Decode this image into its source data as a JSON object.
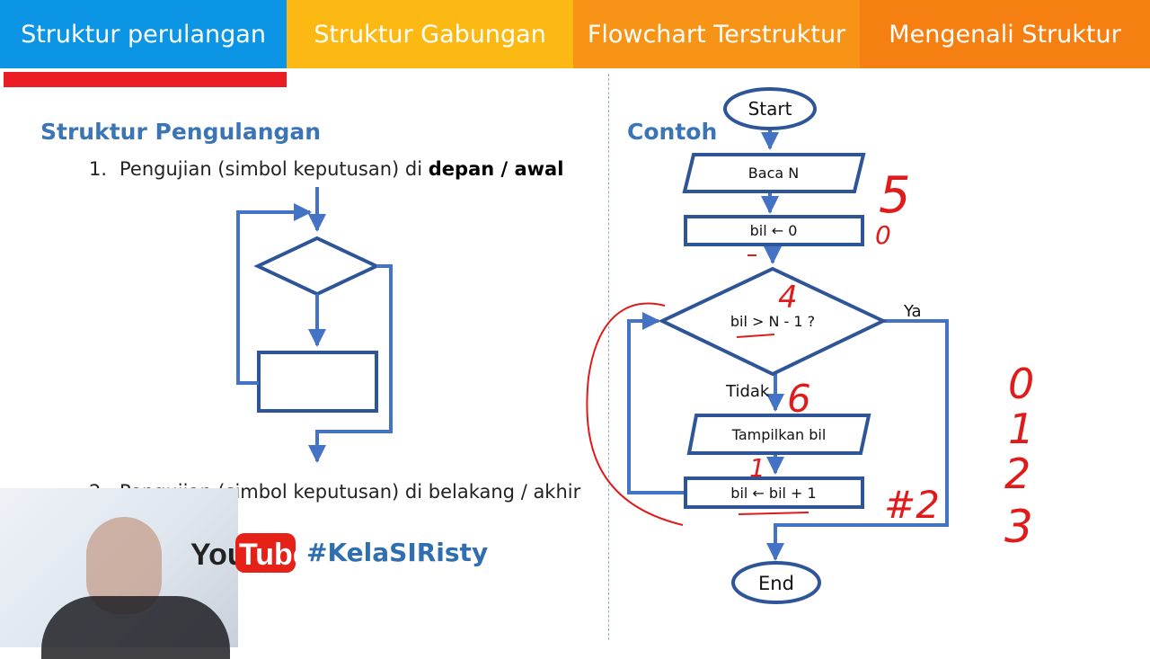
{
  "tabs": [
    {
      "label": "Struktur perulangan"
    },
    {
      "label": "Struktur Gabungan"
    },
    {
      "label": "Flowchart Terstruktur"
    },
    {
      "label": "Mengenali Struktur"
    }
  ],
  "left": {
    "title": "Struktur Pengulangan",
    "step1": {
      "num": "1.",
      "text": "Pengujian (simbol keputusan) di ",
      "bold": "depan / awal"
    },
    "step2": {
      "num": "2.",
      "text": "Pengujian (simbol keputusan) di belakang / akhir"
    }
  },
  "branding": {
    "logo_you": "You",
    "logo_tube": "Tube",
    "hashtag": "#KelaSIRisty",
    "logo_red": "#e62117"
  },
  "right": {
    "title": "Contoh",
    "flowchart": {
      "start": "Start",
      "input": "Baca N",
      "init": "bil ← 0",
      "decision": "bil > N - 1 ?",
      "yes": "Ya",
      "no": "Tidak",
      "output": "Tampilkan bil",
      "increment": "bil ← bil + 1",
      "end": "End"
    },
    "handwritten": [
      "5",
      "0",
      "4",
      "6",
      "1",
      "#2",
      "0",
      "1",
      "2",
      "3"
    ]
  },
  "colors": {
    "flow_stroke": "#2e5597",
    "arrow": "#4472c4",
    "ink": "#e01b1b",
    "heading": "#3b75b6"
  }
}
